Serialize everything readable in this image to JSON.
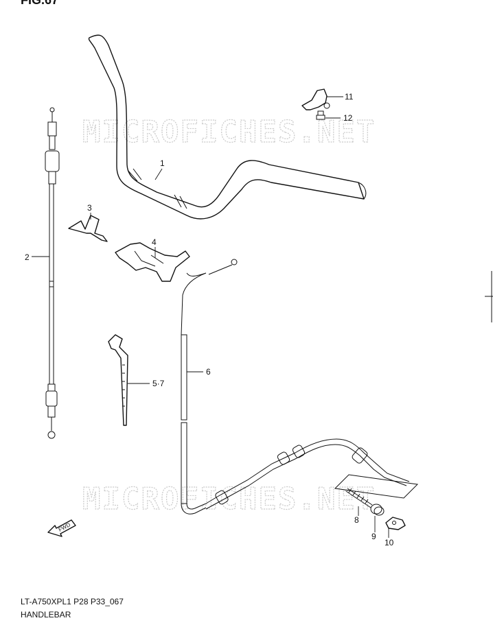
{
  "figure_label": "FIG.67",
  "watermark": "MICROFICHES.NET",
  "model_code": "LT-A750XPL1  P28  P33_067",
  "section_title": "HANDLEBAR",
  "fwd_label": "FWD",
  "callouts": {
    "c1": "1",
    "c2": "2",
    "c3": "3",
    "c4": "4",
    "c57": "5·7",
    "c6": "6",
    "c8": "8",
    "c9": "9",
    "c10": "10",
    "c11": "11",
    "c12": "12"
  }
}
